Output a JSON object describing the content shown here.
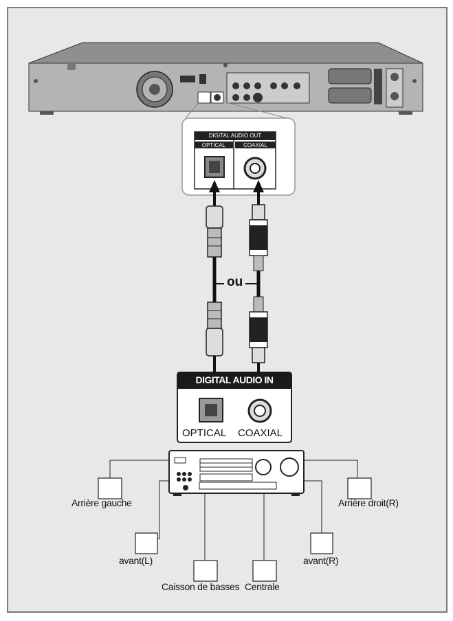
{
  "labels": {
    "digital_audio_out": "DIGITAL AUDIO OUT",
    "optical": "OPTICAL",
    "coaxial": "COAXIAL",
    "or": "ou",
    "digital_audio_in": "DIGITAL AUDIO IN",
    "in_optical": "OPTICAL",
    "in_coaxial": "COAXIAL"
  },
  "speakers": {
    "rear_left": "Arrière gauche",
    "rear_right": "Arrière droit(R)",
    "front_left": "avant(L)",
    "front_right": "avant(R)",
    "subwoofer": "Caisson de basses",
    "center": "Centrale"
  }
}
